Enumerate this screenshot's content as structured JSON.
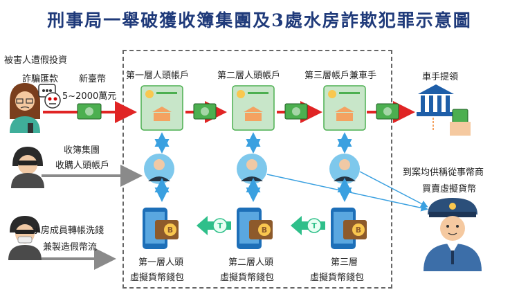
{
  "title": "刑事局一舉破獲收簿集團及3處水房詐欺犯罪示意圖",
  "victim": {
    "label": "被害人遭假投資",
    "fraud_label": "詐騙匯款",
    "currency_label": "新臺幣",
    "amount_label": "5~2000萬元"
  },
  "collector": {
    "line1": "收簿集團",
    "line2": "收購人頭帳戶"
  },
  "launderer": {
    "line1": "水房成員轉帳洗錢",
    "line2": "兼製造假幣流"
  },
  "accounts": [
    {
      "label": "第一層人頭帳戶"
    },
    {
      "label": "第二層人頭帳戶"
    },
    {
      "label": "第三層帳戶兼車手"
    }
  ],
  "cash_out": {
    "label": "車手提領"
  },
  "wallets": [
    {
      "line1": "第一層人頭",
      "line2": "虛擬貨幣錢包"
    },
    {
      "line1": "第二層人頭",
      "line2": "虛擬貨幣錢包"
    },
    {
      "line1": "第三層",
      "line2": "虛擬貨幣錢包"
    }
  ],
  "police": {
    "line1": "到案均供稱從事幣商",
    "line2": "買賣虛擬貨幣"
  },
  "colors": {
    "title": "#1f3a7a",
    "flow_arrow": "#e02424",
    "gray_arrow": "#8a8a8a",
    "blue_arrow": "#3aa0e0",
    "green_arrow": "#2fbf8a",
    "cash": "#4caf50"
  }
}
